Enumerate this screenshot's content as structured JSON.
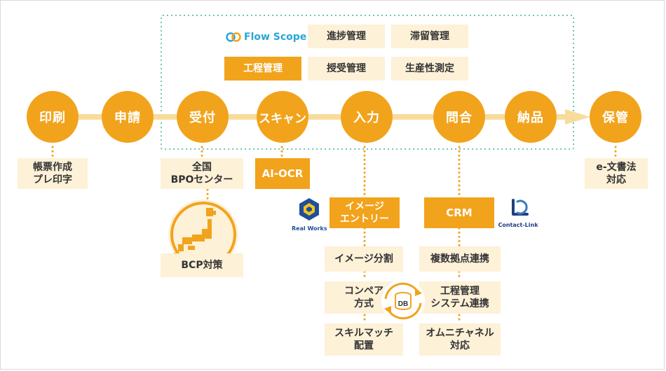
{
  "flow_scope": {
    "logo_text": "Flow Scope",
    "features": [
      "進捗管理",
      "滞留管理",
      "工程管理",
      "授受管理",
      "生産性測定"
    ]
  },
  "process": [
    "印刷",
    "申請",
    "受付",
    "スキャン",
    "入力",
    "問合",
    "納品",
    "保管"
  ],
  "print": {
    "note": "帳票作成\nプレ印字"
  },
  "reception": {
    "note": "全国\nBPOセンター",
    "bcp": "BCP対策"
  },
  "scan": {
    "ocr": "AI-OCR"
  },
  "input": {
    "main": "イメージ\nエントリー",
    "logo_text": "Real Works",
    "items": [
      "イメージ分割",
      "コンペア\n方式",
      "スキルマッチ\n配置"
    ]
  },
  "inquiry": {
    "main": "CRM",
    "logo_text": "Contact-Link",
    "items": [
      "複数拠点連携",
      "工程管理\nシステム連携",
      "オムニチャネル\n対応"
    ]
  },
  "db_label": "DB",
  "storage": {
    "note": "e-文書法\n対応"
  },
  "colors": {
    "accent": "#f2a31c",
    "cream": "#fdf1d8",
    "connector": "#f8dc9c",
    "dotted_frame": "#6cc5b9",
    "flowscope_blue": "#2aa6d8"
  }
}
